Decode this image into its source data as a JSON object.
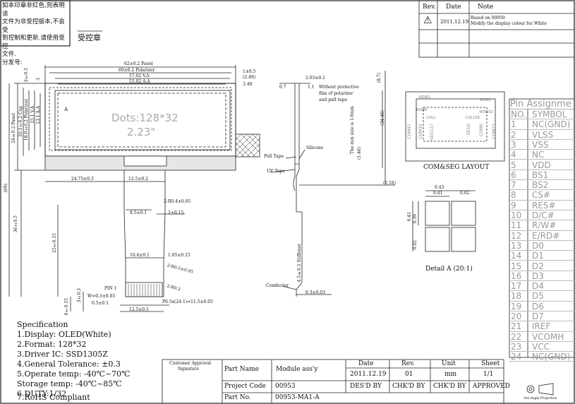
{
  "stamp": {
    "note_lines": [
      "如本印章非红色,则表明该",
      "文件为非受控版本,不会受",
      "到控制和更新.请使用受控",
      "文件."
    ],
    "dist_label": "分发号:",
    "controlled_label": "受控章"
  },
  "revision": {
    "headers": [
      "Rev.",
      "Date",
      "Note"
    ],
    "rows": [
      {
        "rev": "⚠",
        "date": "2011.12.19",
        "note1": "Based on 00950",
        "note2": "Modify the display colour for White"
      }
    ]
  },
  "drawing": {
    "panel": "62±0.2 Panel",
    "polarizer": "60±0.2 Polarizer",
    "va": "57.02 V.A",
    "aa": "55.02 A.A",
    "d1": "1±0.5",
    "d2": "(2.49)",
    "d3": "3.49",
    "dots": "Dots:128*32",
    "diag": "2.23\"",
    "marker_a": "A",
    "left_labels": [
      "24±0.2 Panel",
      "20.1±0.2 Cap",
      "18.0±0.2 Polarizer",
      "15.1 V.A",
      "13.1 A.A"
    ],
    "top_small": [
      "3±0.5",
      "3"
    ],
    "d_2475": "24.75±0.3",
    "d_125": "12.5±0.2",
    "d_69": "(69)",
    "d_36": "36±0.5",
    "d_25": "25±0.15",
    "d_r04": "2-R0.4±0.05",
    "d_85": "8.5±0.1",
    "d_2": "2±0.15",
    "d_104": "10.4±0.1",
    "d_105": "1.05±0.15",
    "d_r05": "2-R0.5±0.05",
    "d_r02": "2-R0.2",
    "pin1": "PIN 1",
    "w03": "W=0.3±0.03",
    "d_05": "0.5±0.1",
    "pitch": "P0.5x(24-1)=11.5±0.05",
    "d_125b": "12.5±0.1",
    "d_6": "6±0.15",
    "d_3": "3±0.3"
  },
  "side": {
    "d_203": "2.03±0.1",
    "d_07": "0.7",
    "d_11": "1.1",
    "note": [
      "Without protective",
      "film of polarizer",
      "and pull tape"
    ],
    "d_87": "(8.7)",
    "d_346": "(34.46)",
    "bend": "The min size is 1.0mm",
    "d_146": "(1.46)",
    "silicone": "Silicone",
    "pull_tape": "Pull Tape",
    "uv_tape": "UV Tape",
    "d_218": "(2.18)",
    "stiffener": "4.5±0.5 Stiffener",
    "conductor": "Conductor",
    "d_03": "0.3±0.03"
  },
  "layout": {
    "title": "COM&SEG LAYOUT",
    "rows": [
      "ROW1",
      "ROW0",
      "ROW2",
      "ROW32",
      "COL1",
      "COL128"
    ],
    "cols": [
      "COM47",
      "COM32",
      "SEG127",
      "SEG0",
      "COM0",
      "COM15"
    ]
  },
  "detail": {
    "title": "Detail A (20:1)",
    "d1": "0.43",
    "d2": "0.41",
    "d3": "0.02",
    "d4": "0.41",
    "d5": "0.39",
    "d6": "0.02"
  },
  "pins": {
    "header": "Pin Assignme",
    "no_label": "NO.",
    "symbol_label": "SYMBOL",
    "items": [
      {
        "no": "1",
        "sym": "NC(GND)"
      },
      {
        "no": "2",
        "sym": "VLSS"
      },
      {
        "no": "3",
        "sym": "VSS"
      },
      {
        "no": "4",
        "sym": "NC"
      },
      {
        "no": "5",
        "sym": "VDD"
      },
      {
        "no": "6",
        "sym": "BS1"
      },
      {
        "no": "7",
        "sym": "BS2"
      },
      {
        "no": "8",
        "sym": "CS#"
      },
      {
        "no": "9",
        "sym": "RES#"
      },
      {
        "no": "10",
        "sym": "D/C#"
      },
      {
        "no": "11",
        "sym": "R/W#"
      },
      {
        "no": "12",
        "sym": "E/RD#"
      },
      {
        "no": "13",
        "sym": "D0"
      },
      {
        "no": "14",
        "sym": "D1"
      },
      {
        "no": "15",
        "sym": "D2"
      },
      {
        "no": "16",
        "sym": "D3"
      },
      {
        "no": "17",
        "sym": "D4"
      },
      {
        "no": "18",
        "sym": "D5"
      },
      {
        "no": "19",
        "sym": "D6"
      },
      {
        "no": "20",
        "sym": "D7"
      },
      {
        "no": "21",
        "sym": "IREF"
      },
      {
        "no": "22",
        "sym": "VCOMH"
      },
      {
        "no": "23",
        "sym": "VCC"
      },
      {
        "no": "24",
        "sym": "NC(GND)"
      }
    ]
  },
  "spec": {
    "title": "Specification",
    "lines": [
      "1.Display: OLED(White)",
      "2.Format:  128*32",
      "3.Driver IC:  SSD1305Z",
      "4.General Tolerance:  ±0.3",
      "5.Operate temp: -40℃~70℃",
      "   Storage temp: -40℃~85℃",
      "6.DUTY:1/32",
      "7.RoHS Compliant"
    ]
  },
  "titleblock": {
    "approval1": "Customer Approval",
    "approval2": "Signature",
    "part_name_label": "Part Name",
    "part_name": "Module ass'y",
    "project_label": "Project Code",
    "project": "00953",
    "partno_label": "Part No.",
    "partno": "00953-MA1-A",
    "h_date": "Date",
    "h_rev": "Rev.",
    "h_unit": "Unit",
    "h_sheet": "Sheet",
    "date": "2011.12.19",
    "rev": "01",
    "unit": "mm",
    "sheet": "1/1",
    "desd": "DES'D BY",
    "chkd1": "CHK'D BY",
    "chkd2": "CHK'D BY",
    "approved": "APPROVED",
    "projection": "3rd Angle Projection"
  }
}
